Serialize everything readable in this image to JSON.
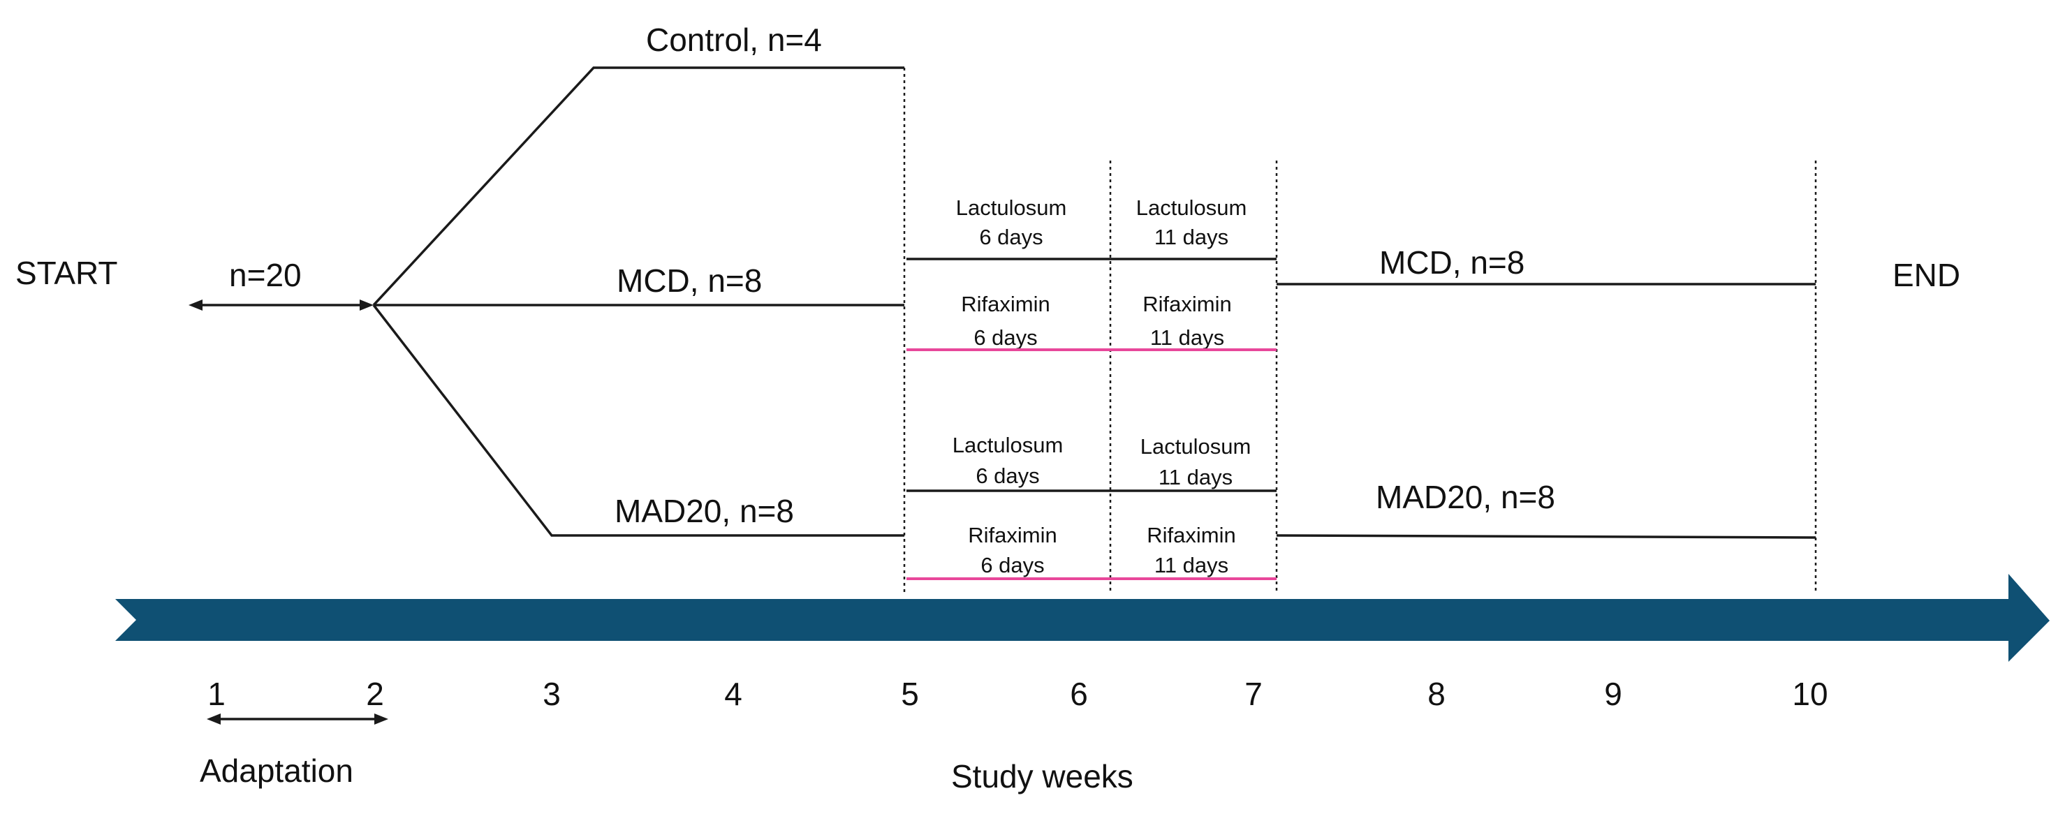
{
  "labels": {
    "start": "START",
    "end": "END",
    "n_total": "n=20",
    "control": "Control, n=4",
    "mcd_left": "MCD, n=8",
    "mcd_right": "MCD, n=8",
    "mad_left": "MAD20, n=8",
    "mad_right": "MAD20, n=8",
    "adaptation": "Adaptation",
    "study_weeks": "Study weeks"
  },
  "treatments": {
    "mcd": {
      "lact_a": {
        "name": "Lactulosum",
        "days": "6 days"
      },
      "lact_b": {
        "name": "Lactulosum",
        "days": "11 days"
      },
      "rifa_a": {
        "name": "Rifaximin",
        "days": "6 days"
      },
      "rifa_b": {
        "name": "Rifaximin",
        "days": "11 days"
      }
    },
    "mad": {
      "lact_a": {
        "name": "Lactulosum",
        "days": "6 days"
      },
      "lact_b": {
        "name": "Lactulosum",
        "days": "11 days"
      },
      "rifa_a": {
        "name": "Rifaximin",
        "days": "6 days"
      },
      "rifa_b": {
        "name": "Rifaximin",
        "days": "11 days"
      }
    }
  },
  "weeks": [
    "1",
    "2",
    "3",
    "4",
    "5",
    "6",
    "7",
    "8",
    "9",
    "10"
  ],
  "colors": {
    "timeline_arrow": "#0f5073",
    "rifaximin_line": "#e8479a",
    "lines": "#1a1a1a"
  }
}
